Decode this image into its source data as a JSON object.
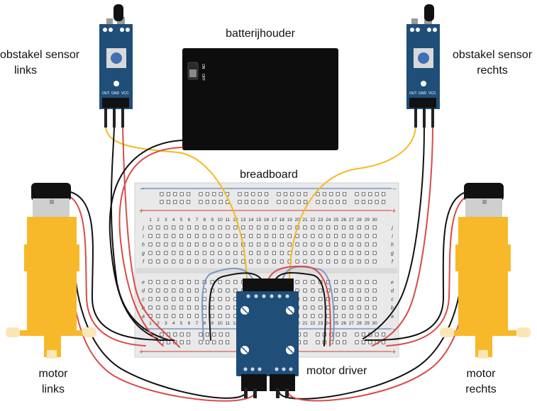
{
  "labels": {
    "battery_holder": "batterijhouder",
    "breadboard": "breadboard",
    "sensor_left_line1": "obstakel sensor",
    "sensor_left_line2": "links",
    "sensor_right_line1": "obstakel sensor",
    "sensor_right_line2": "rechts",
    "motor_left_line1": "motor",
    "motor_left_line2": "links",
    "motor_right_line1": "motor",
    "motor_right_line2": "rechts",
    "motor_driver": "motor driver"
  },
  "battery_switch": {
    "on": "ON",
    "off": "OFF"
  },
  "sensor_pins": [
    "OUT",
    "GND",
    "VCC"
  ],
  "breadboard_columns": [
    "1",
    "2",
    "3",
    "4",
    "5",
    "6",
    "7",
    "8",
    "9",
    "10",
    "11",
    "12",
    "13",
    "14",
    "15",
    "16",
    "17",
    "18",
    "19",
    "20",
    "21",
    "22",
    "23",
    "24",
    "25",
    "26",
    "27",
    "28",
    "29",
    "30"
  ],
  "breadboard_rows_top": [
    "j",
    "i",
    "h",
    "g",
    "f"
  ],
  "breadboard_rows_bottom": [
    "e",
    "d",
    "c",
    "b",
    "a"
  ],
  "rail_signs": {
    "minus": "−",
    "plus": "+"
  },
  "colors": {
    "sensor_board": "#1f4e79",
    "driver_board": "#1f4e79",
    "motor_yellow": "#f7b92a",
    "wire_yellow": "#f5b922",
    "wire_red": "#d94b4b",
    "wire_black": "#111111",
    "wire_blue": "#7b97c4",
    "rail_blue": "#3d6fb6",
    "rail_red": "#d33b2e"
  }
}
